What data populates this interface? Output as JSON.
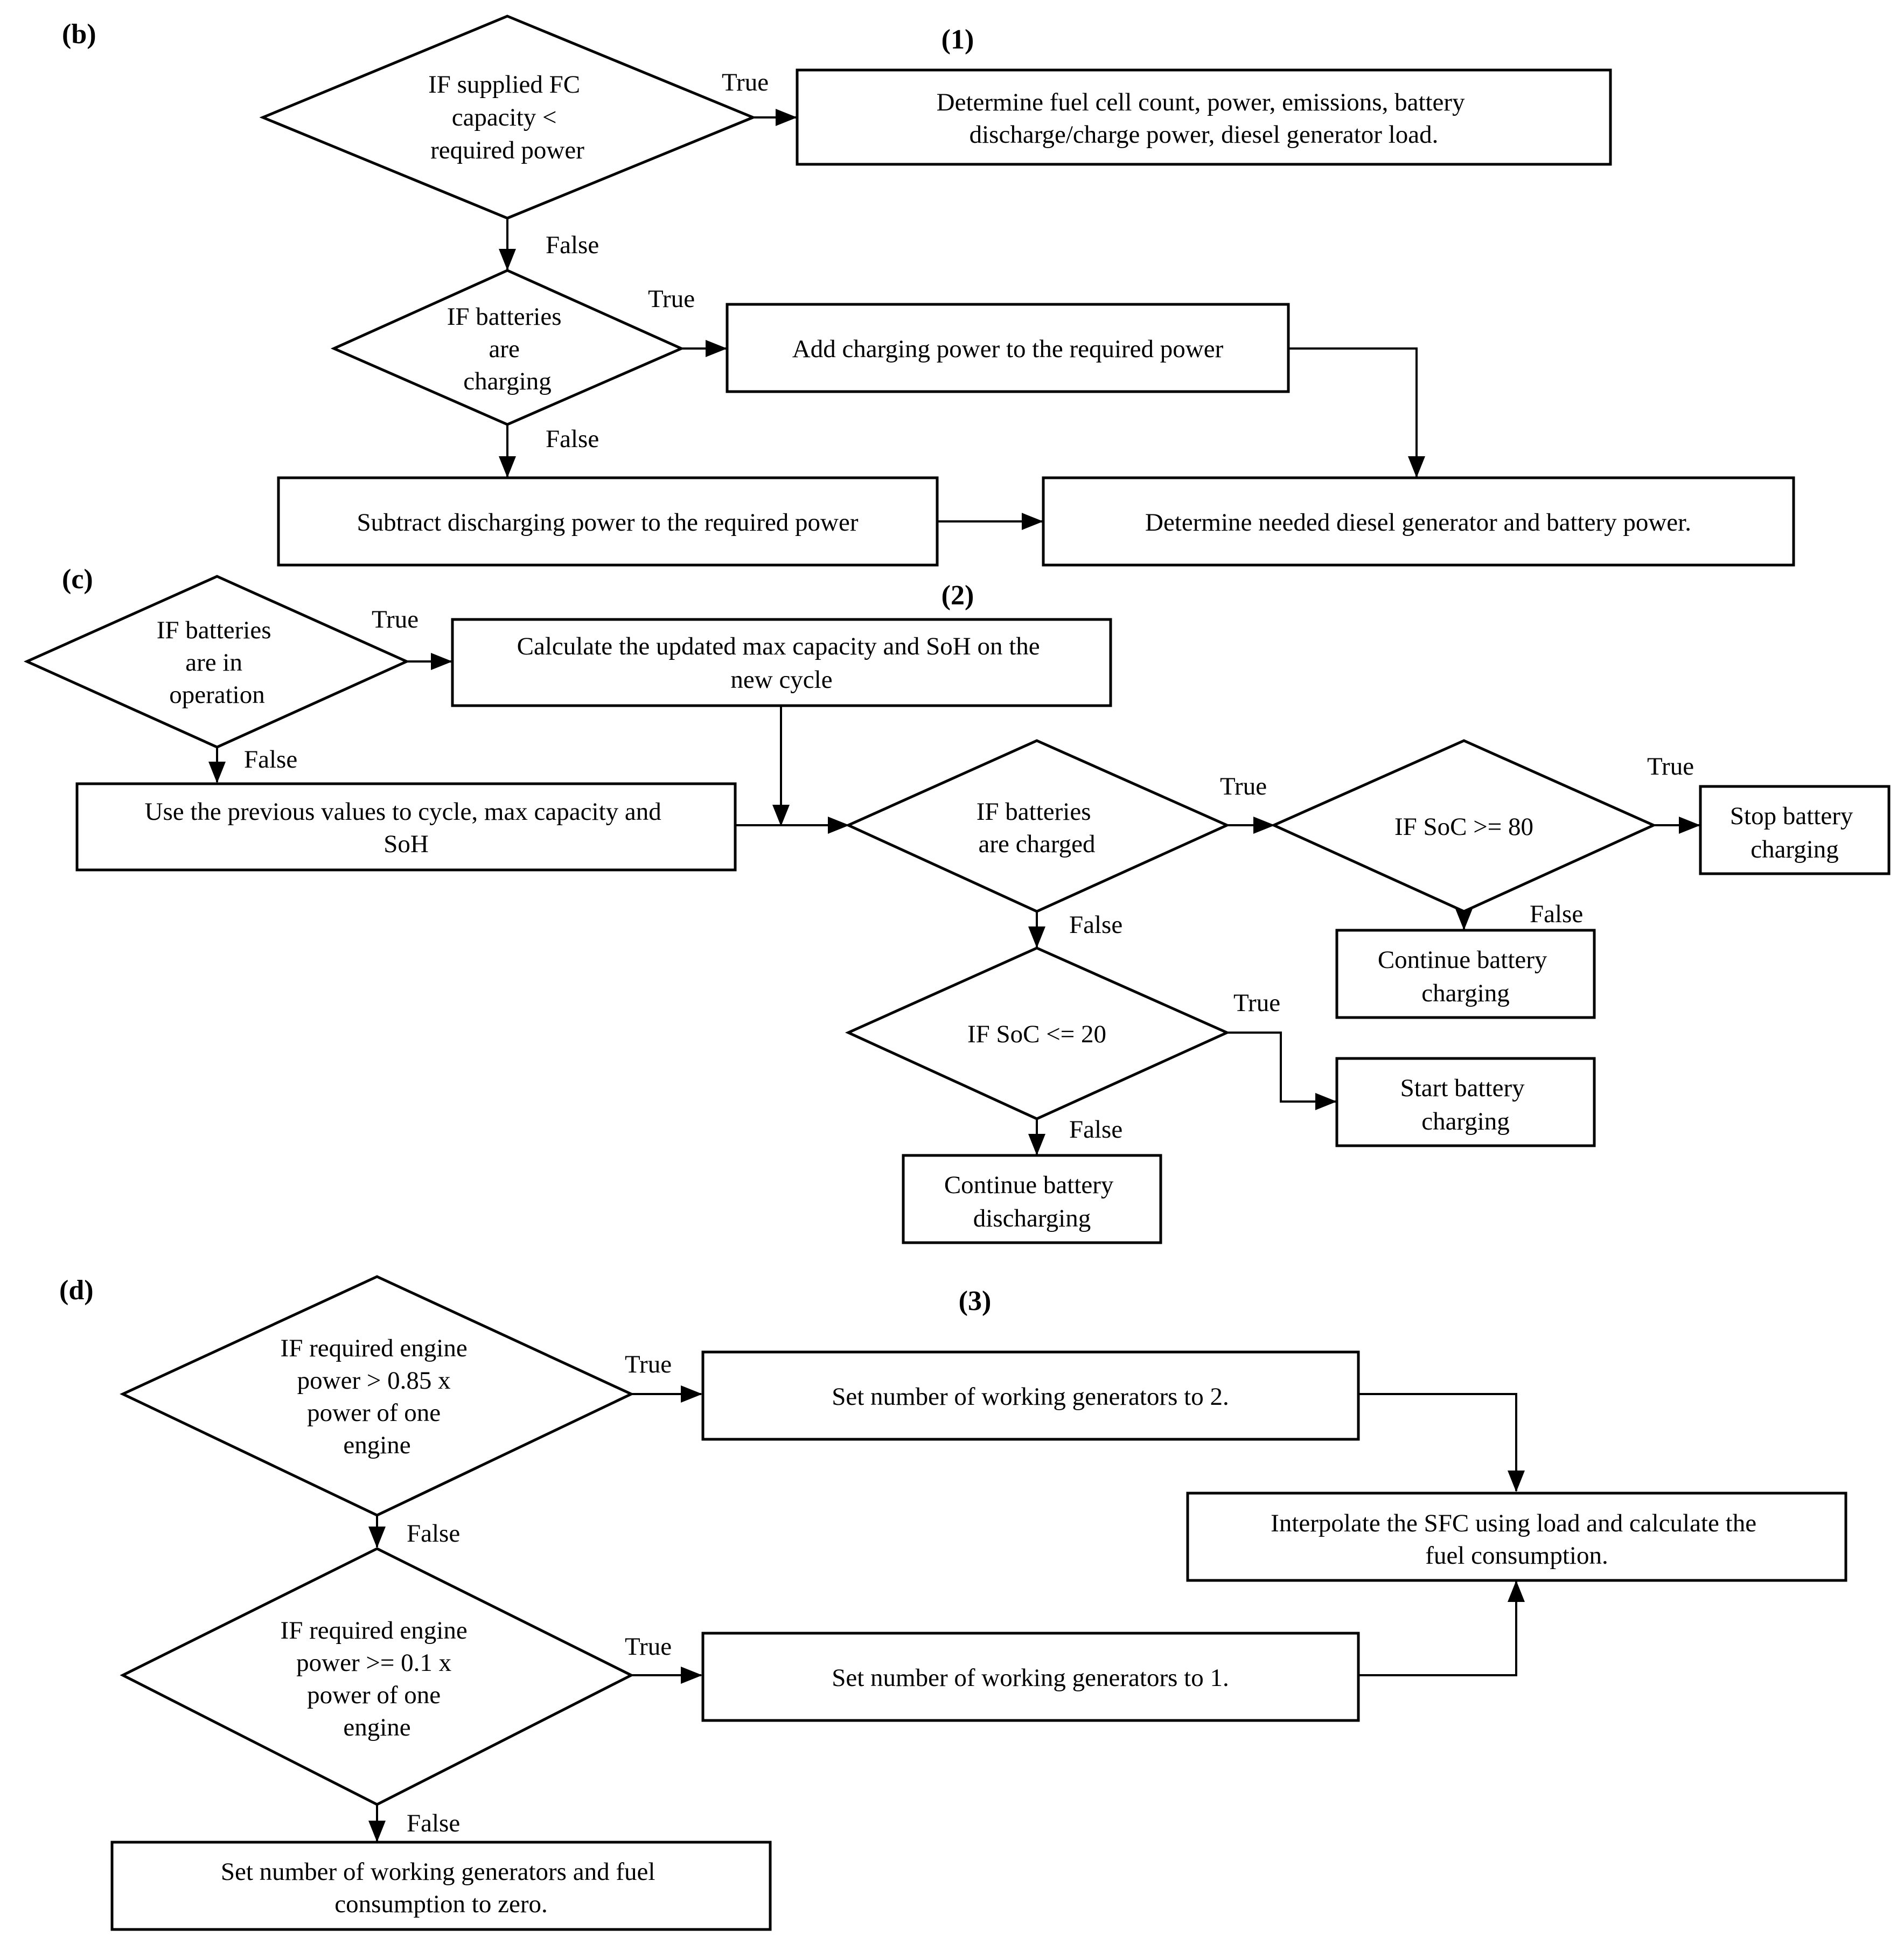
{
  "panels": {
    "b": {
      "label": "(b)",
      "section": "(1)"
    },
    "c": {
      "label": "(c)",
      "section": "(2)"
    },
    "d": {
      "label": "(d)",
      "section": "(3)"
    }
  },
  "nodes": {
    "b_d1": {
      "lines": [
        "IF supplied  FC",
        "capacity <",
        "required power"
      ]
    },
    "b_r1": {
      "lines": [
        "Determine fuel cell count, power, emissions, battery",
        "discharge/charge power, diesel generator load."
      ]
    },
    "b_d2": {
      "lines": [
        "IF batteries",
        "are",
        "charging"
      ]
    },
    "b_r2": {
      "lines": [
        "Add charging power to the required power"
      ]
    },
    "b_r3": {
      "lines": [
        "Subtract discharging power to the required power"
      ]
    },
    "b_r4": {
      "lines": [
        "Determine needed diesel generator and battery power."
      ]
    },
    "c_d1": {
      "lines": [
        "IF batteries",
        "are in",
        "operation"
      ]
    },
    "c_r1": {
      "lines": [
        "Calculate the updated max capacity and SoH on the",
        "new cycle"
      ]
    },
    "c_r2": {
      "lines": [
        "Use the previous values to cycle, max capacity and",
        "SoH"
      ]
    },
    "c_d2": {
      "lines": [
        "IF batteries",
        "are charged"
      ]
    },
    "c_d3": {
      "lines": [
        "IF SoC >= 80"
      ]
    },
    "c_r3": {
      "lines": [
        "Stop battery",
        "charging"
      ]
    },
    "c_r4": {
      "lines": [
        "Continue battery",
        "charging"
      ]
    },
    "c_d4": {
      "lines": [
        "IF SoC <= 20"
      ]
    },
    "c_r5": {
      "lines": [
        "Start battery",
        "charging"
      ]
    },
    "c_r6": {
      "lines": [
        "Continue battery",
        "discharging"
      ]
    },
    "d_d1": {
      "lines": [
        "IF required engine",
        "power > 0.85 x",
        "power of one",
        "engine"
      ]
    },
    "d_r1": {
      "lines": [
        "Set number of working generators to 2."
      ]
    },
    "d_r2": {
      "lines": [
        "Interpolate the SFC using load and calculate the",
        "fuel consumption."
      ]
    },
    "d_d2": {
      "lines": [
        "IF required engine",
        "power >= 0.1 x",
        "power of one",
        "engine"
      ]
    },
    "d_r3": {
      "lines": [
        "Set number of working generators to 1."
      ]
    },
    "d_r4": {
      "lines": [
        "Set number of working generators and fuel",
        "consumption to zero."
      ]
    }
  },
  "edges": {
    "b_e1": "True",
    "b_e2": "False",
    "b_e3": "True",
    "b_e4": "False",
    "c_e1": "True",
    "c_e2": "False",
    "c_e3": "True",
    "c_e4": "True",
    "c_e5": "False",
    "c_e6": "False",
    "c_e7": "True",
    "c_e8": "False",
    "d_e1": "True",
    "d_e2": "False",
    "d_e3": "True",
    "d_e4": "False"
  }
}
